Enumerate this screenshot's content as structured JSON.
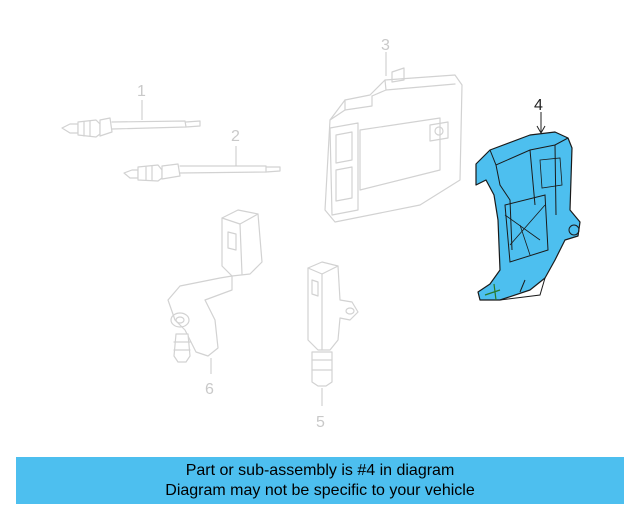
{
  "callouts": {
    "c1": "1",
    "c2": "2",
    "c3": "3",
    "c4": "4",
    "c5": "5",
    "c6": "6"
  },
  "highlight_color": "#4dbfef",
  "banner": {
    "line1": "Part or sub-assembly is #4 in diagram",
    "line2": "Diagram may not be specific to your vehicle"
  }
}
